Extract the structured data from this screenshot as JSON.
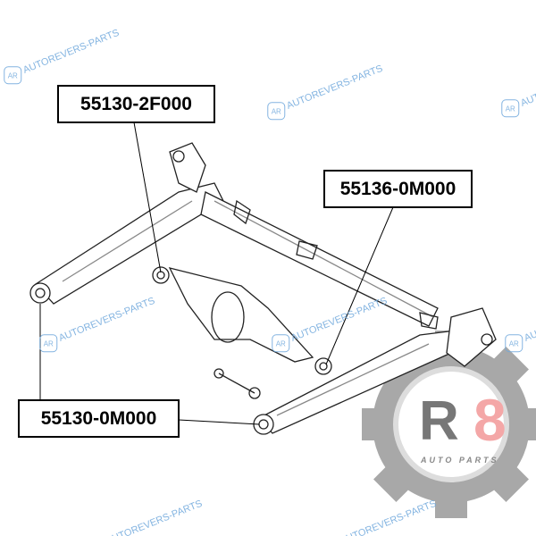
{
  "labels": {
    "top_left": "55130-2F000",
    "top_right": "55136-0M000",
    "bottom_left": "55130-0M000"
  },
  "watermark": {
    "icon": "AR",
    "text": "AUTOREVERS-PARTS"
  },
  "logo": {
    "main_r": "R",
    "main_8": "8",
    "sub": "AUTO PARTS"
  }
}
